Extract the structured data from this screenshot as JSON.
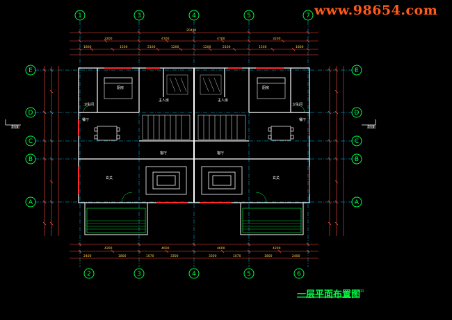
{
  "watermark": "www.98654.com",
  "drawing": {
    "title": "一层平面布置图",
    "scale_note": "1:100",
    "subtitle": "",
    "axes_top": [
      "1",
      "3",
      "4",
      "5",
      "7"
    ],
    "axes_bottom": [
      "2",
      "3",
      "4",
      "5",
      "6"
    ],
    "axes_rows": [
      "E",
      "D",
      "C",
      "B",
      "A"
    ],
    "section_mark": "剖面",
    "overall_dim": "20400",
    "dims_top": [
      "1800",
      "3200",
      "4700",
      "4700",
      "3200",
      "1800"
    ],
    "dims_bottom": [
      "4200",
      "4600",
      "4600",
      "4200"
    ],
    "rooms": {
      "kitchen": "厨房",
      "master_bed": "主人房",
      "dining": "餐厅",
      "living": "客厅",
      "foyer": "玄关",
      "bathroom": "卫生间"
    }
  },
  "colors": {
    "background": "#000000",
    "axis": "#00ff44",
    "dimension": "#ff4a3a",
    "wall": "#ffffff",
    "grid": "#00c8ff",
    "furniture": "#ffffff",
    "watermark": "#ff5a1a"
  }
}
